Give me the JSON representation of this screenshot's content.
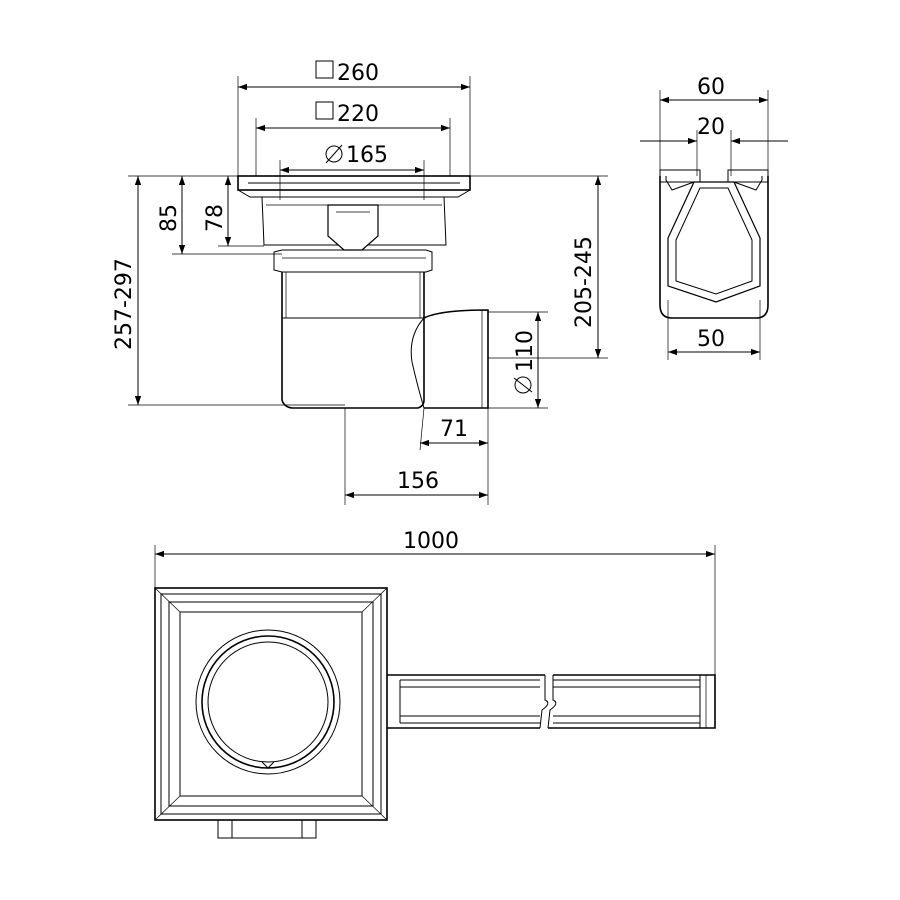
{
  "dimensions": {
    "square_outer": "260",
    "square_inner": "220",
    "diameter_grate": "165",
    "height_85": "85",
    "height_78": "78",
    "height_total": "257-297",
    "height_outlet": "205-245",
    "diameter_outlet": "110",
    "outlet_length": "71",
    "outlet_offset": "156",
    "channel_top": "60",
    "channel_slot": "20",
    "channel_bottom": "50",
    "channel_length": "1000"
  }
}
